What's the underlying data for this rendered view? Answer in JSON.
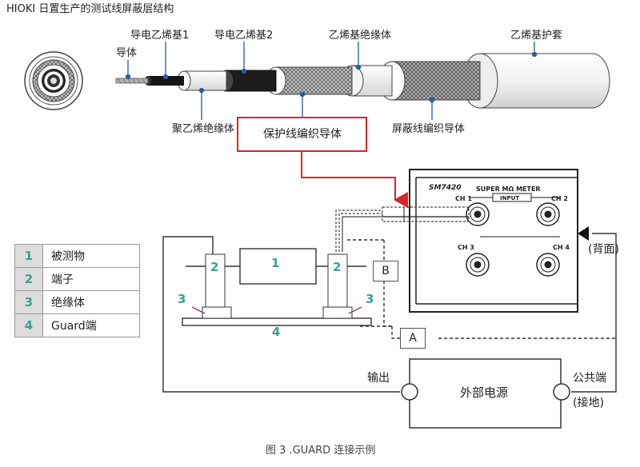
{
  "title": "HIOKI 日置生产的测试线屏蔽层结构",
  "cable_labels": {
    "conductor": "导体",
    "conductive_pe_1": "导电乙烯基1",
    "conductive_pe_2": "导电乙烯基2",
    "vinyl_insulator": "乙烯基绝缘体",
    "vinyl_jacket": "乙烯基护套",
    "pe_insulator": "聚乙烯绝缘体",
    "guard_braid": "保护线编织导体",
    "shield_braid": "屏蔽线编织导体"
  },
  "meter": {
    "model": "SM7420",
    "name": "SUPER MΩ METER",
    "ch1": "CH 1",
    "ch2": "CH 2",
    "ch3": "CH 3",
    "ch4": "CH 4",
    "input": "INPUT",
    "rear": "(背面)"
  },
  "fixture": {
    "dut": "1",
    "terminal_left": "2",
    "terminal_right": "2",
    "insulator_left": "3",
    "insulator_right": "3",
    "guard_plate": "4"
  },
  "boxes": {
    "b": "B",
    "a": "A"
  },
  "source": {
    "name": "外部电源",
    "output": "输出",
    "common": "公共端",
    "ground": "(接地)"
  },
  "legend": [
    {
      "num": "1",
      "label": "被测物"
    },
    {
      "num": "2",
      "label": "端子"
    },
    {
      "num": "3",
      "label": "绝缘体"
    },
    {
      "num": "4",
      "label": "Guard端"
    }
  ],
  "caption": "图 3 .GUARD 连接示例",
  "colors": {
    "accent": "#39a08f",
    "highlight": "#d9262b",
    "pointer": "#2a5aa0",
    "insulator_lead": "#8a3e9a"
  }
}
